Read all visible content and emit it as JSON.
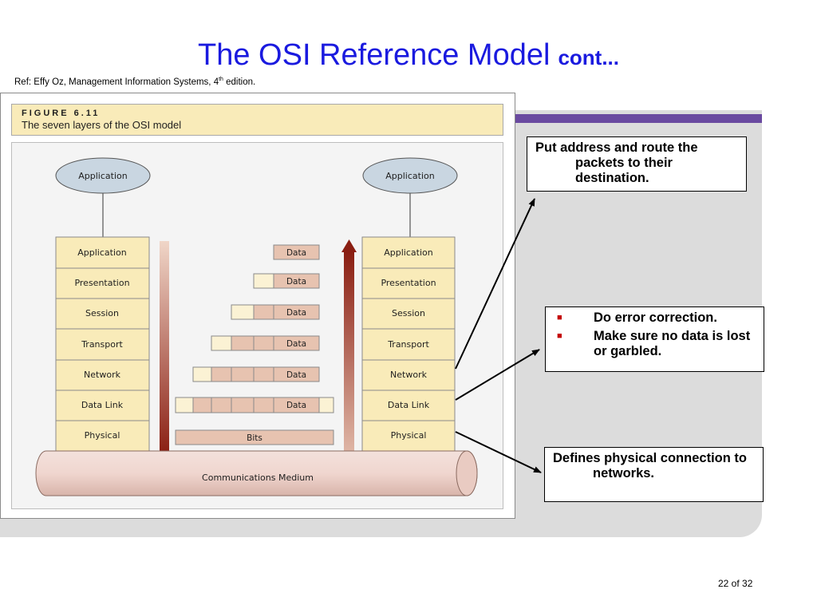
{
  "slide": {
    "title_main": "The OSI Reference Model",
    "title_cont": "cont...",
    "ref_prefix": "Ref: Effy Oz, Management Information Systems, 4",
    "ref_sup": "th",
    "ref_suffix": " edition.",
    "page": "22 of 32"
  },
  "figure": {
    "label": "FIGURE 6.11",
    "caption": "The seven layers of the OSI model",
    "top_label": "Application",
    "layers": [
      "Application",
      "Presentation",
      "Session",
      "Transport",
      "Network",
      "Data Link",
      "Physical"
    ],
    "data_label": "Data",
    "bits_label": "Bits",
    "medium_label": "Communications Medium"
  },
  "callouts": {
    "network": "Put address and route the packets to their destination.",
    "datalink": [
      "Do error correction.",
      "Make sure no data is lost or garbled."
    ],
    "physical": "Defines physical connection to networks."
  },
  "colors": {
    "title": "#1a1adf",
    "caption_bg": "#f9ebb9",
    "layer_fill": "#f9ebb9",
    "header_fill": "#e7c3b0",
    "ellipse_fill": "#c9d6e1",
    "bullet": "#c40000",
    "stripe": "#6a4aa0"
  }
}
